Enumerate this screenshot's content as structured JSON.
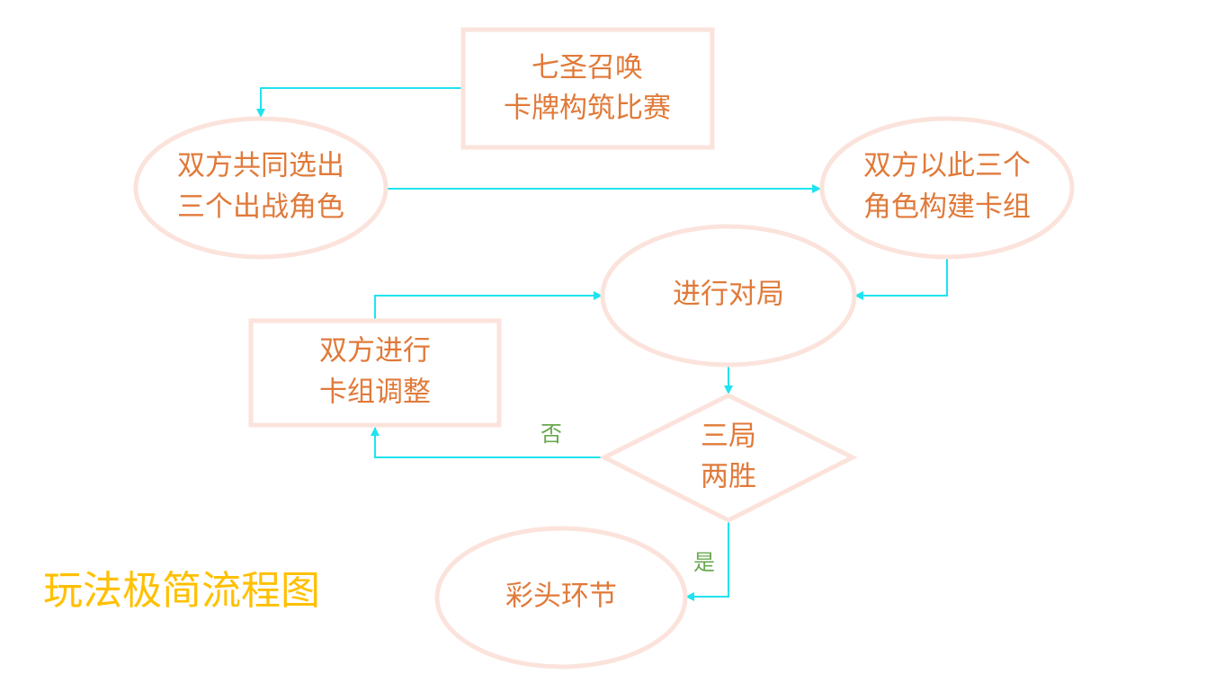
{
  "title": "玩法极简流程图",
  "colors": {
    "node_text": "#e07a3a",
    "node_border": "#fbe3dc",
    "edge": "#1fe3ef",
    "edge_label": "#6aa84f",
    "title": "#ffc000"
  },
  "nodes": {
    "start": {
      "lines": [
        "七圣召唤",
        "卡牌构筑比赛"
      ],
      "shape": "rectangle"
    },
    "pick": {
      "lines": [
        "双方共同选出",
        "三个出战角色"
      ],
      "shape": "ellipse"
    },
    "build": {
      "lines": [
        "双方以此三个",
        "角色构建卡组"
      ],
      "shape": "ellipse"
    },
    "play": {
      "lines": [
        "进行对局"
      ],
      "shape": "ellipse"
    },
    "adjust": {
      "lines": [
        "双方进行",
        "卡组调整"
      ],
      "shape": "rectangle"
    },
    "decision": {
      "lines": [
        "三局",
        "两胜"
      ],
      "shape": "diamond"
    },
    "bonus": {
      "lines": [
        "彩头环节"
      ],
      "shape": "ellipse"
    }
  },
  "edges": [
    {
      "from": "start",
      "to": "pick",
      "label": ""
    },
    {
      "from": "pick",
      "to": "build",
      "label": ""
    },
    {
      "from": "build",
      "to": "play",
      "label": ""
    },
    {
      "from": "play",
      "to": "decision",
      "label": ""
    },
    {
      "from": "decision",
      "to": "adjust",
      "label": "否"
    },
    {
      "from": "adjust",
      "to": "play",
      "label": ""
    },
    {
      "from": "decision",
      "to": "bonus",
      "label": "是"
    }
  ]
}
